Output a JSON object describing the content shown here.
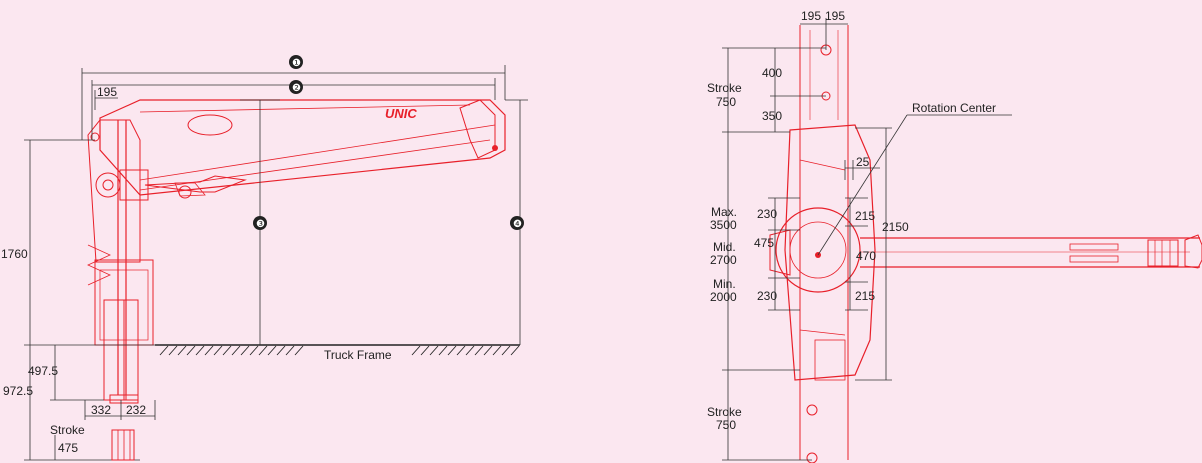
{
  "colors": {
    "background": "#fbe7f0",
    "crane": "#e8202a",
    "dimension": "#333333",
    "marker": "#222222"
  },
  "side_view": {
    "brand": "UNIC",
    "truck_frame_label": "Truck Frame",
    "markers": [
      "❶",
      "❷",
      "❸",
      "❹"
    ],
    "dims": {
      "height_1760": "1760",
      "below_497": "497.5",
      "below_972": "972.5",
      "width_332": "332",
      "width_232": "232",
      "top_195": "195",
      "stroke_label": "Stroke",
      "stroke_value": "475"
    }
  },
  "top_view": {
    "rotation_center_label": "Rotation Center",
    "dims": {
      "top_195a": "195",
      "top_195b": "195",
      "d400": "400",
      "d350": "350",
      "stroke_top_label": "Stroke",
      "stroke_top_value": "750",
      "d25": "25",
      "d230a": "230",
      "d215a": "215",
      "d2150": "2150",
      "d475": "475",
      "d470": "470",
      "d230b": "230",
      "d215b": "215",
      "max_label": "Max.",
      "max_value": "3500",
      "mid_label": "Mid.",
      "mid_value": "2700",
      "min_label": "Min.",
      "min_value": "2000",
      "stroke_bottom_label": "Stroke",
      "stroke_bottom_value": "750"
    }
  }
}
